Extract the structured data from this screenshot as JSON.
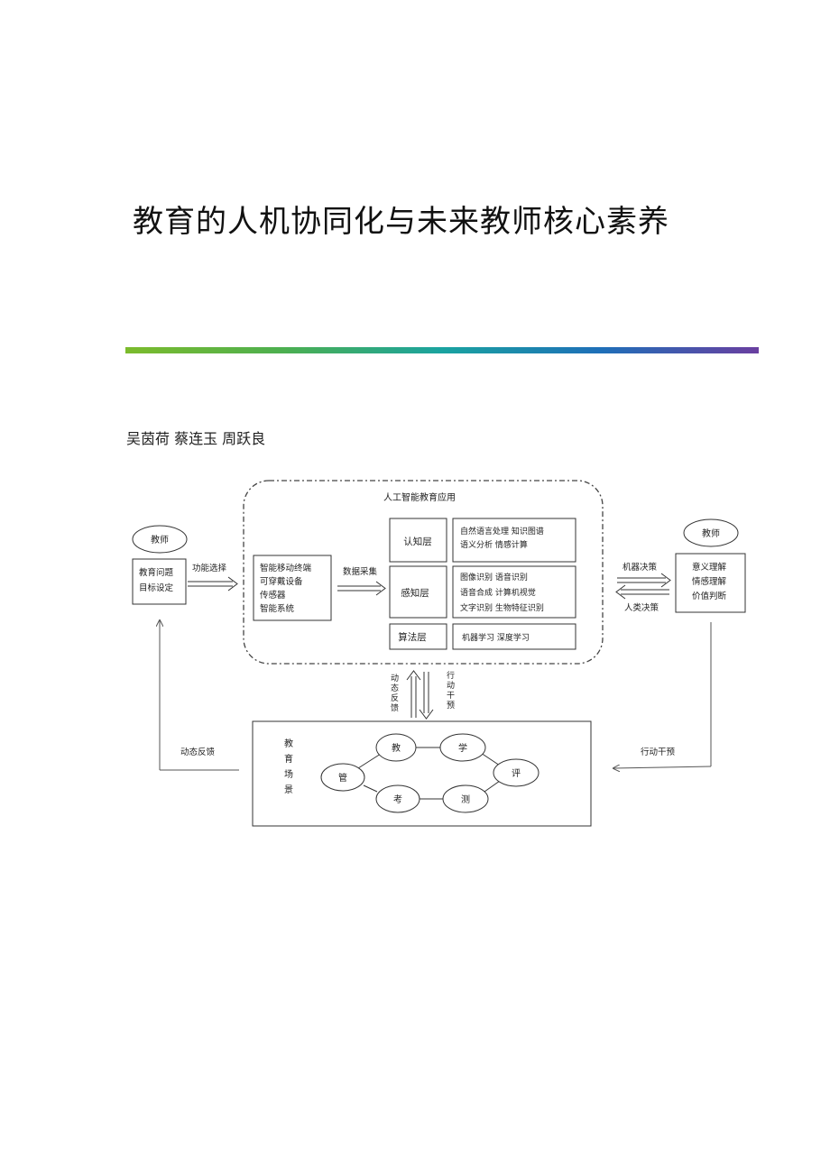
{
  "document": {
    "title": "教育的人机协同化与未来教师核心素养",
    "authors": "吴茵荷  蔡连玉  周跃良"
  },
  "diagram": {
    "ai_app_title": "人工智能教育应用",
    "teacher_left": "教师",
    "teacher_left_box": [
      "教育问题",
      "目标设定"
    ],
    "function_select": "功能选择",
    "devices": [
      "智能移动终端",
      "可穿戴设备",
      "传感器",
      "智能系统"
    ],
    "data_collect": "数据采集",
    "layers": {
      "cognition": "认知层",
      "cognition_items": [
        "自然语言处理   知识图谱",
        "语义分析     情感计算"
      ],
      "perception": "感知层",
      "perception_items": [
        "图像识别  语音识别",
        "语音合成  计算机视觉",
        "文字识别  生物特征识别"
      ],
      "algorithm": "算法层",
      "algorithm_items": "机器学习     深度学习"
    },
    "machine_decision": "机器决策",
    "human_decision": "人类决策",
    "teacher_right": "教师",
    "teacher_right_box": [
      "意义理解",
      "情感理解",
      "价值判断"
    ],
    "dynamic_feedback_v": [
      "动",
      "态",
      "反",
      "馈"
    ],
    "action_intervene_v": [
      "行",
      "动",
      "干",
      "预"
    ],
    "dynamic_feedback": "动态反馈",
    "action_intervene": "行动干预",
    "scene_label": [
      "教",
      "育",
      "场",
      "景"
    ],
    "scene_nodes": {
      "teach": "教",
      "learn": "学",
      "evaluate": "评",
      "test": "测",
      "exam": "考",
      "manage": "管"
    }
  }
}
